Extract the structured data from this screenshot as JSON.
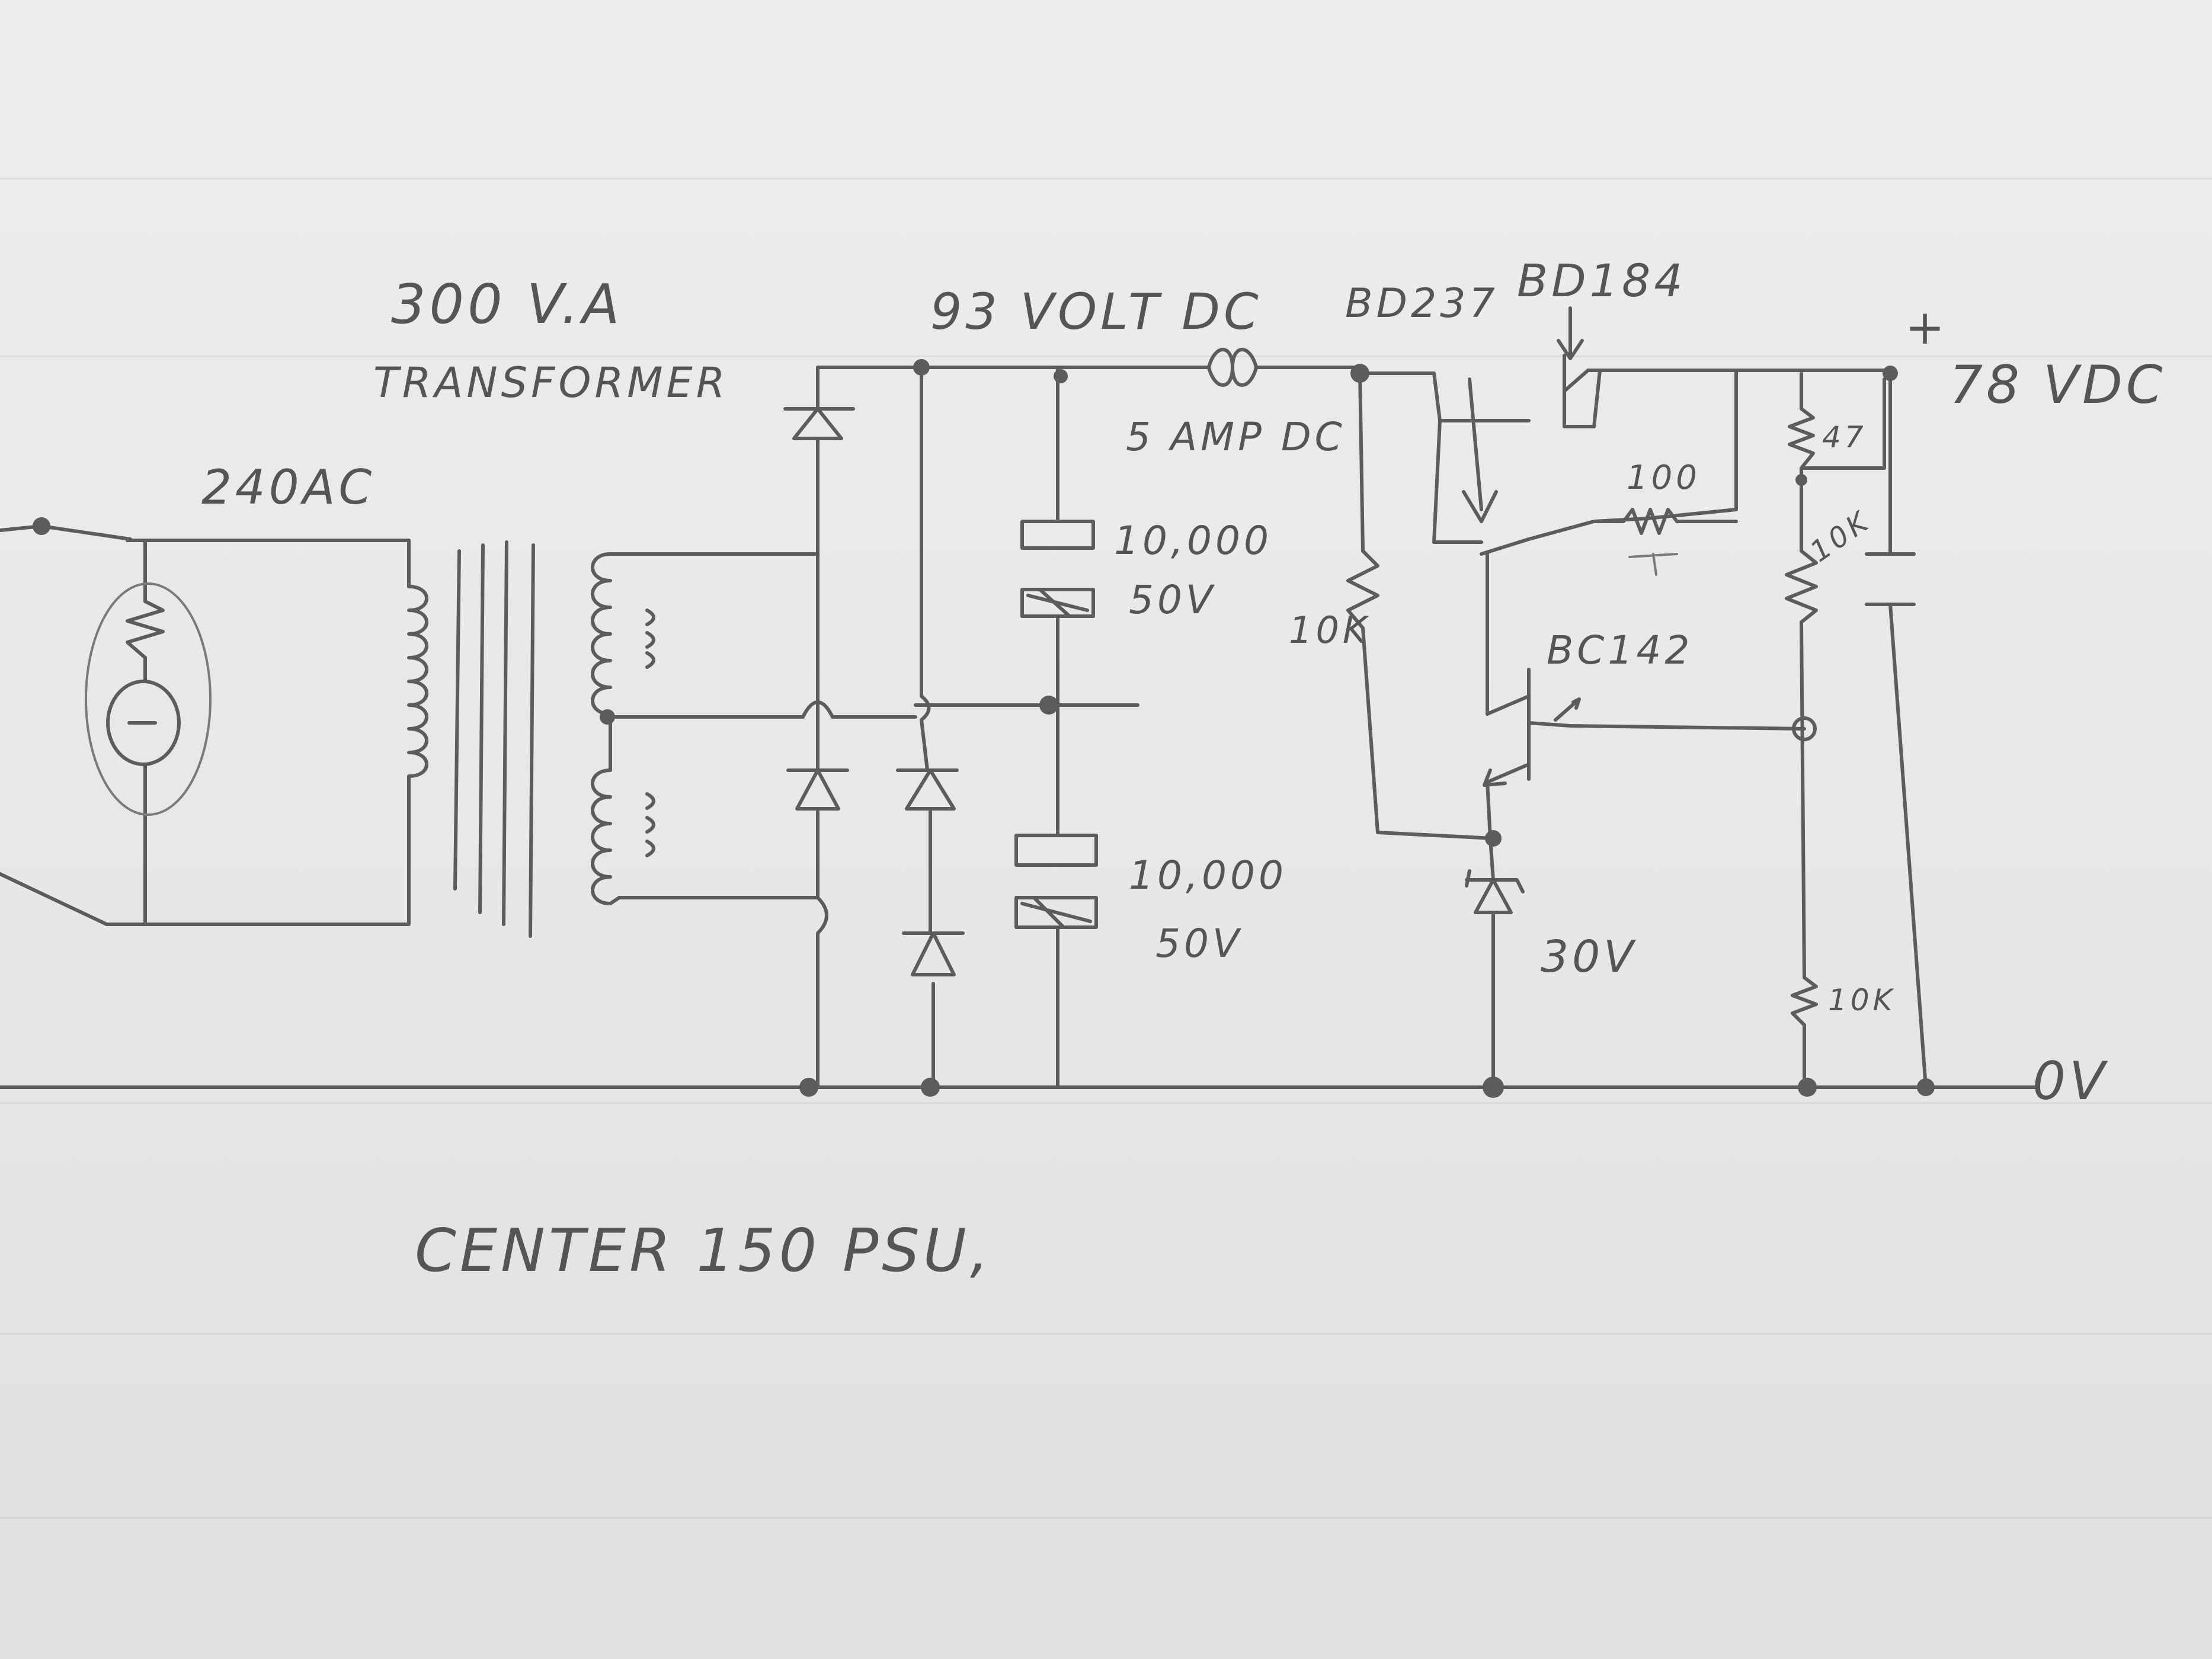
{
  "labels": {
    "va": "300 V.A",
    "transformer": "TRANSFORMER",
    "ac_in": "240AC",
    "dc_voltage": "93 VOLT DC",
    "fuse": "5 AMP DC",
    "cap1_value": "10,000",
    "cap1_voltage": "50V",
    "cap2_value": "10,000",
    "cap2_voltage": "50V",
    "transistor1": "BD237",
    "transistor2": "BD184",
    "resistor_100": "100",
    "resistor_10k_base": "10K",
    "transistor3": "BC142",
    "zener": "30V",
    "resistor_47": "47",
    "resistor_10k_top": "10K",
    "resistor_10k_bottom": "10K",
    "plus": "+",
    "output_voltage": "78 VDC",
    "ground": "0V",
    "caption": "CENTER 150 PSU,"
  },
  "colors": {
    "paper": "#e9e9e7",
    "pencil": "#5c5c5c"
  }
}
